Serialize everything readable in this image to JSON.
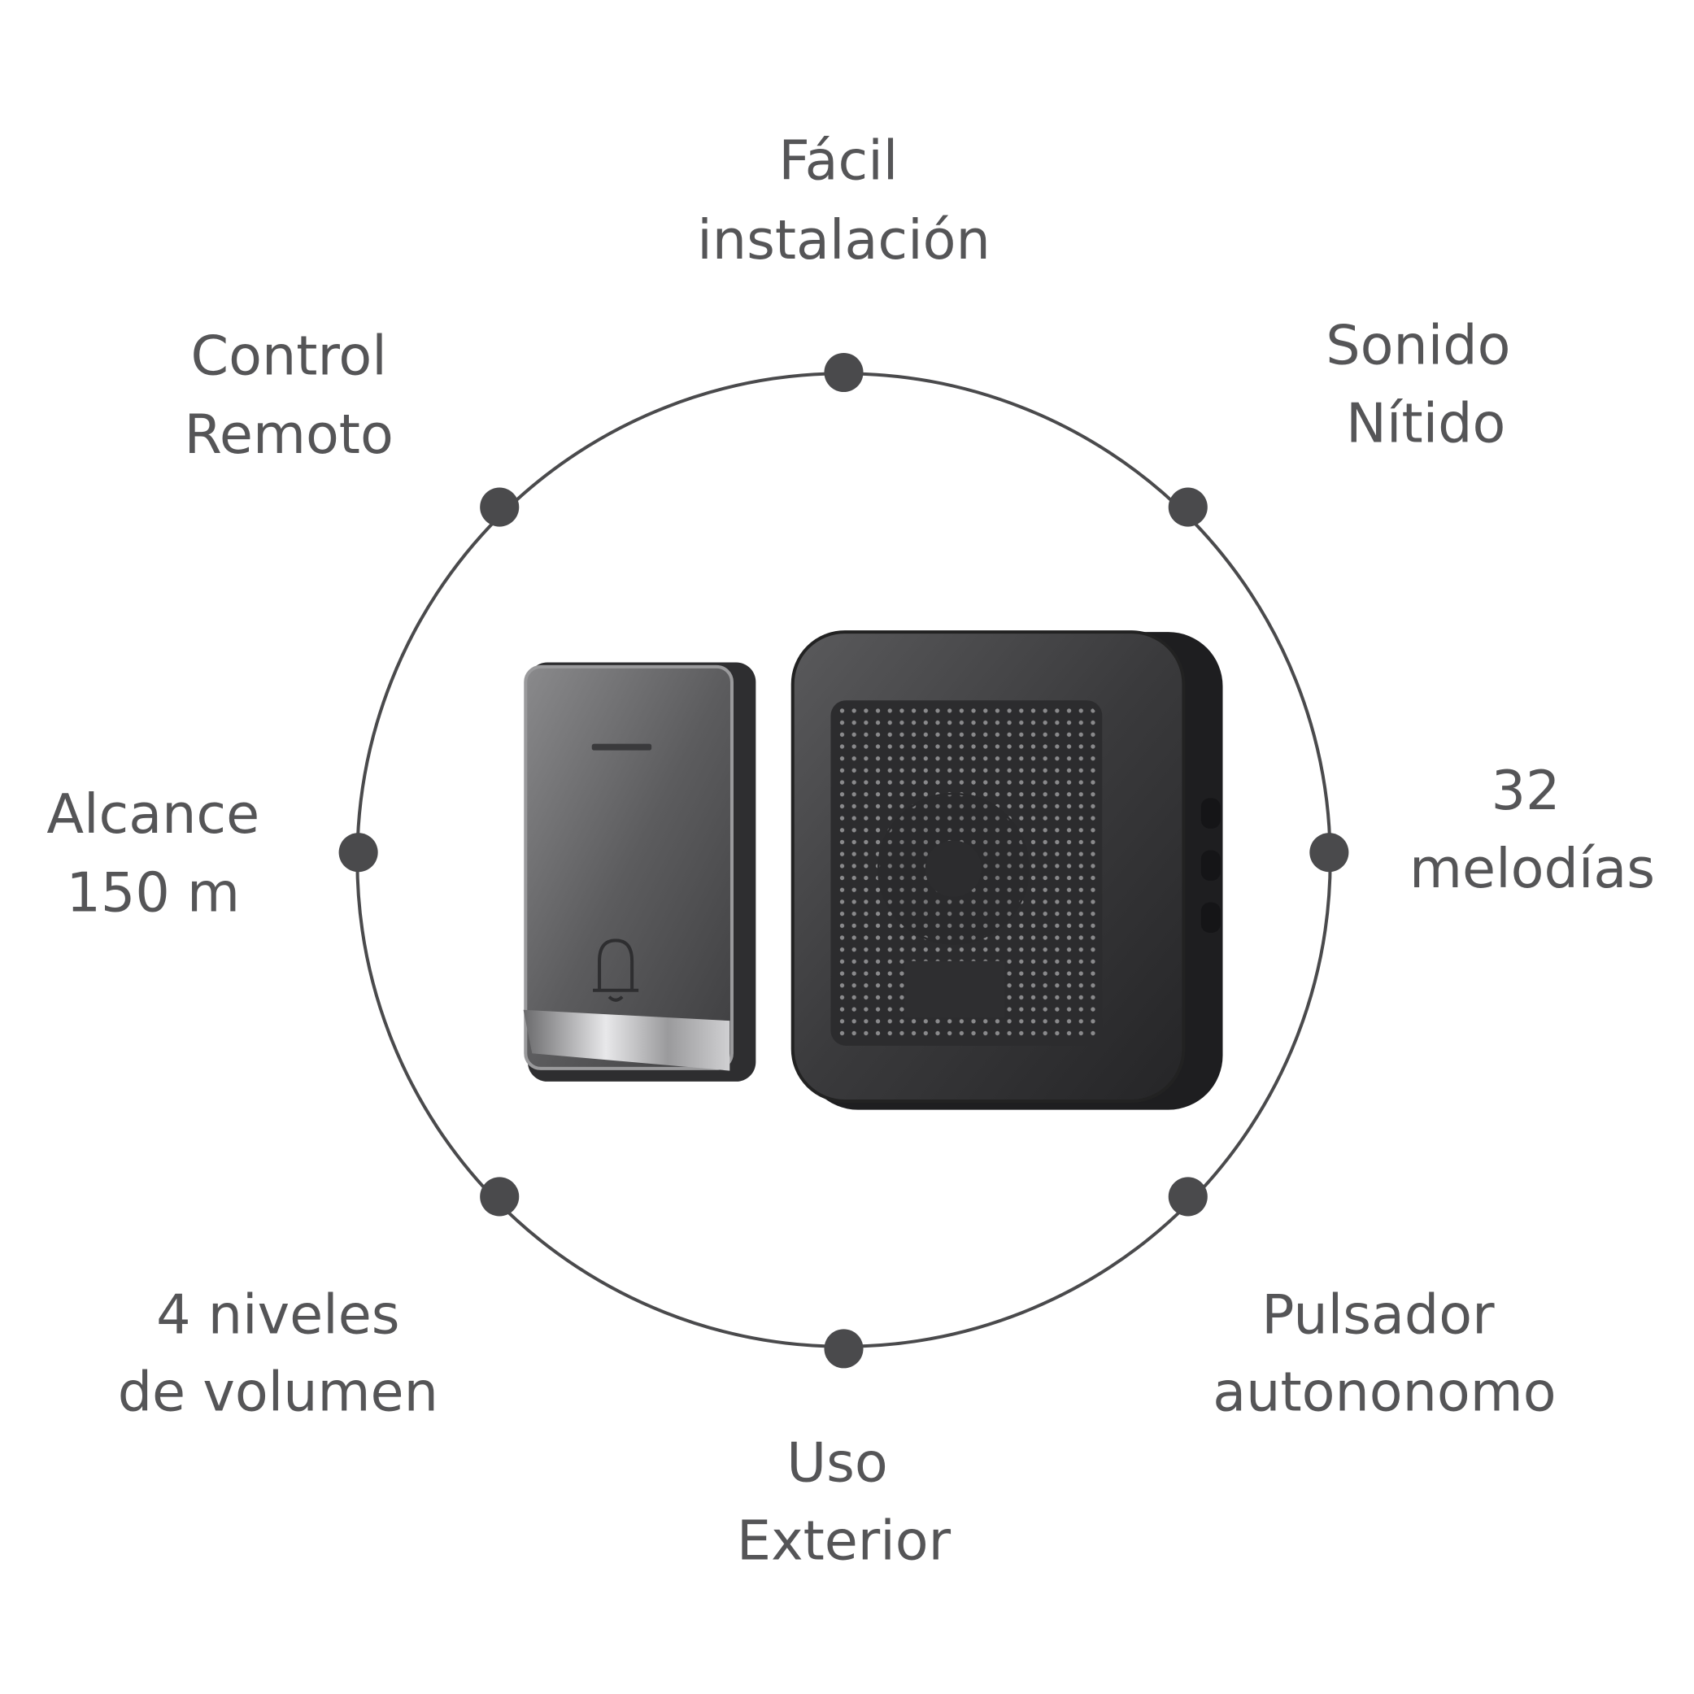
{
  "colors": {
    "text": "#555557",
    "circle": "#4a4a4c",
    "dot": "#4a4a4c",
    "device": "#3a3a3c"
  },
  "features": [
    {
      "line1": "Fácil",
      "line2": "instalación"
    },
    {
      "line1": "Sonido",
      "line2": "Nítido"
    },
    {
      "line1": "32",
      "line2": "melodías"
    },
    {
      "line1": "Pulsador",
      "line2": "autononomo"
    },
    {
      "line1": "Uso",
      "line2": "Exterior"
    },
    {
      "line1": "4 niveles",
      "line2": "de volumen"
    },
    {
      "line1": "Alcance",
      "line2": "150 m"
    },
    {
      "line1": "Control",
      "line2": "Remoto"
    }
  ],
  "product": {
    "items": [
      "doorbell-button-transmitter",
      "chime-receiver"
    ],
    "icon": "bell-icon"
  }
}
